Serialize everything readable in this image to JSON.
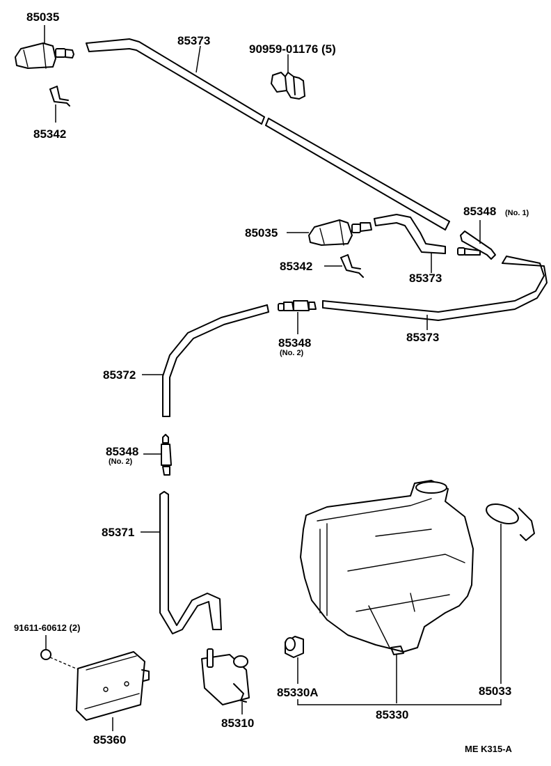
{
  "labels": {
    "nozzle_top": "85035",
    "clip_top": "85342",
    "hose_top": "85373",
    "clamp": "90959-01176 (5)",
    "valve_no1_num": "85348",
    "valve_no1_sub": "(No. 1)",
    "nozzle_mid": "85035",
    "clip_mid": "85342",
    "hose_mid": "85373",
    "valve_no2a_num": "85348",
    "valve_no2a_sub": "(No. 2)",
    "hose_right": "85373",
    "hose_left": "85372",
    "valve_no2b_num": "85348",
    "valve_no2b_sub": "(No. 2)",
    "hose_lower": "85371",
    "bolt": "91611-60612 (2)",
    "bracket": "85360",
    "pump": "85310",
    "grommet": "85330A",
    "tank": "85330",
    "cap": "85033",
    "drawing_code": "ME  K315-A"
  },
  "colors": {
    "ink": "#000000",
    "paper": "#ffffff"
  }
}
